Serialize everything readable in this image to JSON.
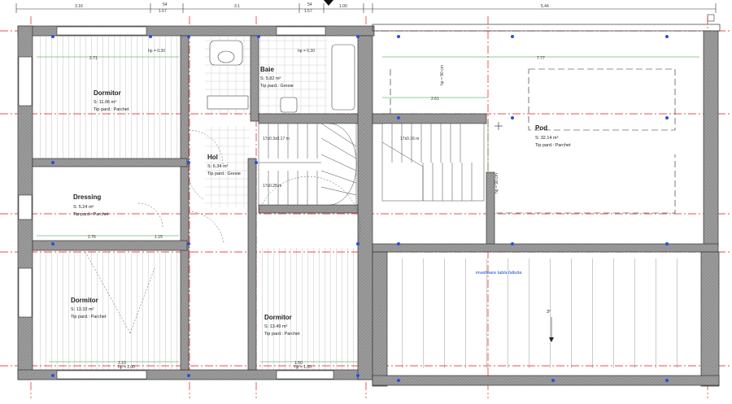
{
  "colors": {
    "wall": "#8a8a8a",
    "wall_edge": "#333333",
    "axis_red": "#e0161b",
    "marker_blue": "#2450e0",
    "dim_line": "#1f9a3a",
    "floor_hatch": "#b8b8b8"
  },
  "top_dims": {
    "d1": "3.16",
    "d2a": "54",
    "d2b": "1.57",
    "d3": "3.1",
    "d4a": "54",
    "d4b": "1.57",
    "d5": "1.00",
    "d6": "5.44"
  },
  "rooms": {
    "dormitor1": {
      "name": "Dormitor",
      "area": "S: 11.06 m²",
      "floor": "Tip pard.: Parchet"
    },
    "baie": {
      "name": "Baie",
      "area": "S: 5.82 m²",
      "floor": "Tip pard.: Gresie"
    },
    "hol": {
      "name": "Hol",
      "area": "S: 6.34 m²",
      "floor": "Tip pard.: Gresie"
    },
    "dressing": {
      "name": "Dressing",
      "area": "S: 5.24 m²",
      "floor": "Tip pard.: Parchet"
    },
    "dormitor2": {
      "name": "Dormitor",
      "area": "S: 13.33 m²",
      "floor": "Tip pard.: Parchet"
    },
    "dormitor3": {
      "name": "Dormitor",
      "area": "S: 13.49 m²",
      "floor": "Tip pard.: Parchet"
    },
    "pod": {
      "name": "Pod",
      "area": "S: 32.14 m²",
      "floor": "Tip pard.: Parchet"
    }
  },
  "roof_label": "invelitoare tabla faltuita",
  "slope_label": "3°",
  "stair_labels": {
    "s1": "17x0.3x0.17 m",
    "s2": "17x0.16 m",
    "s3": "17x0.28 m"
  },
  "inner_dims": {
    "w1": "2.71",
    "w2": "2.61",
    "w3": "7.77",
    "w4": "2.76",
    "w5": "1.15",
    "w6": "2.10",
    "w7": "1.50",
    "hp1": "hp = 0.30",
    "hp2": "hp = 0.30",
    "hp3": "hp = 90 cm",
    "hp4": "hp = 90 cm",
    "hp5": "hp = 1.00",
    "hp6": "hp = 1.00"
  }
}
